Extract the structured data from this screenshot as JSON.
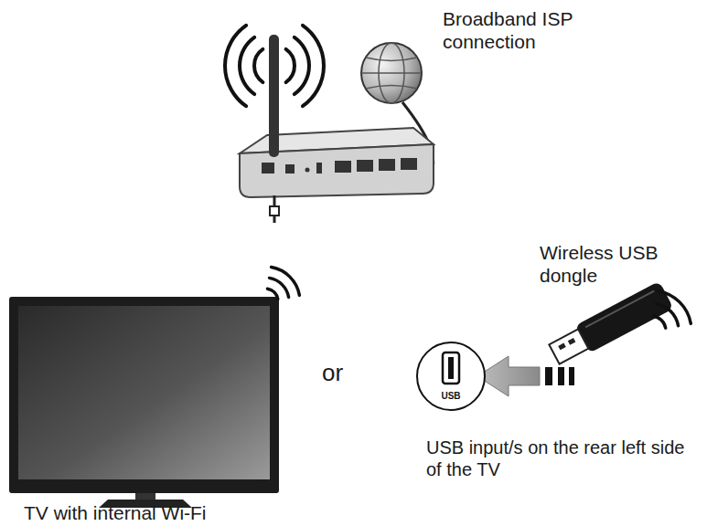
{
  "diagram": {
    "nodes": [
      {
        "text": [
          "USB"
        ]
      }
    ],
    "labels": [
      "Broadband ISP connection",
      "Wireless USB dongle",
      "or",
      "USB input/s on the rear left side of the TV",
      "TV with internal Wi-Fi"
    ]
  }
}
